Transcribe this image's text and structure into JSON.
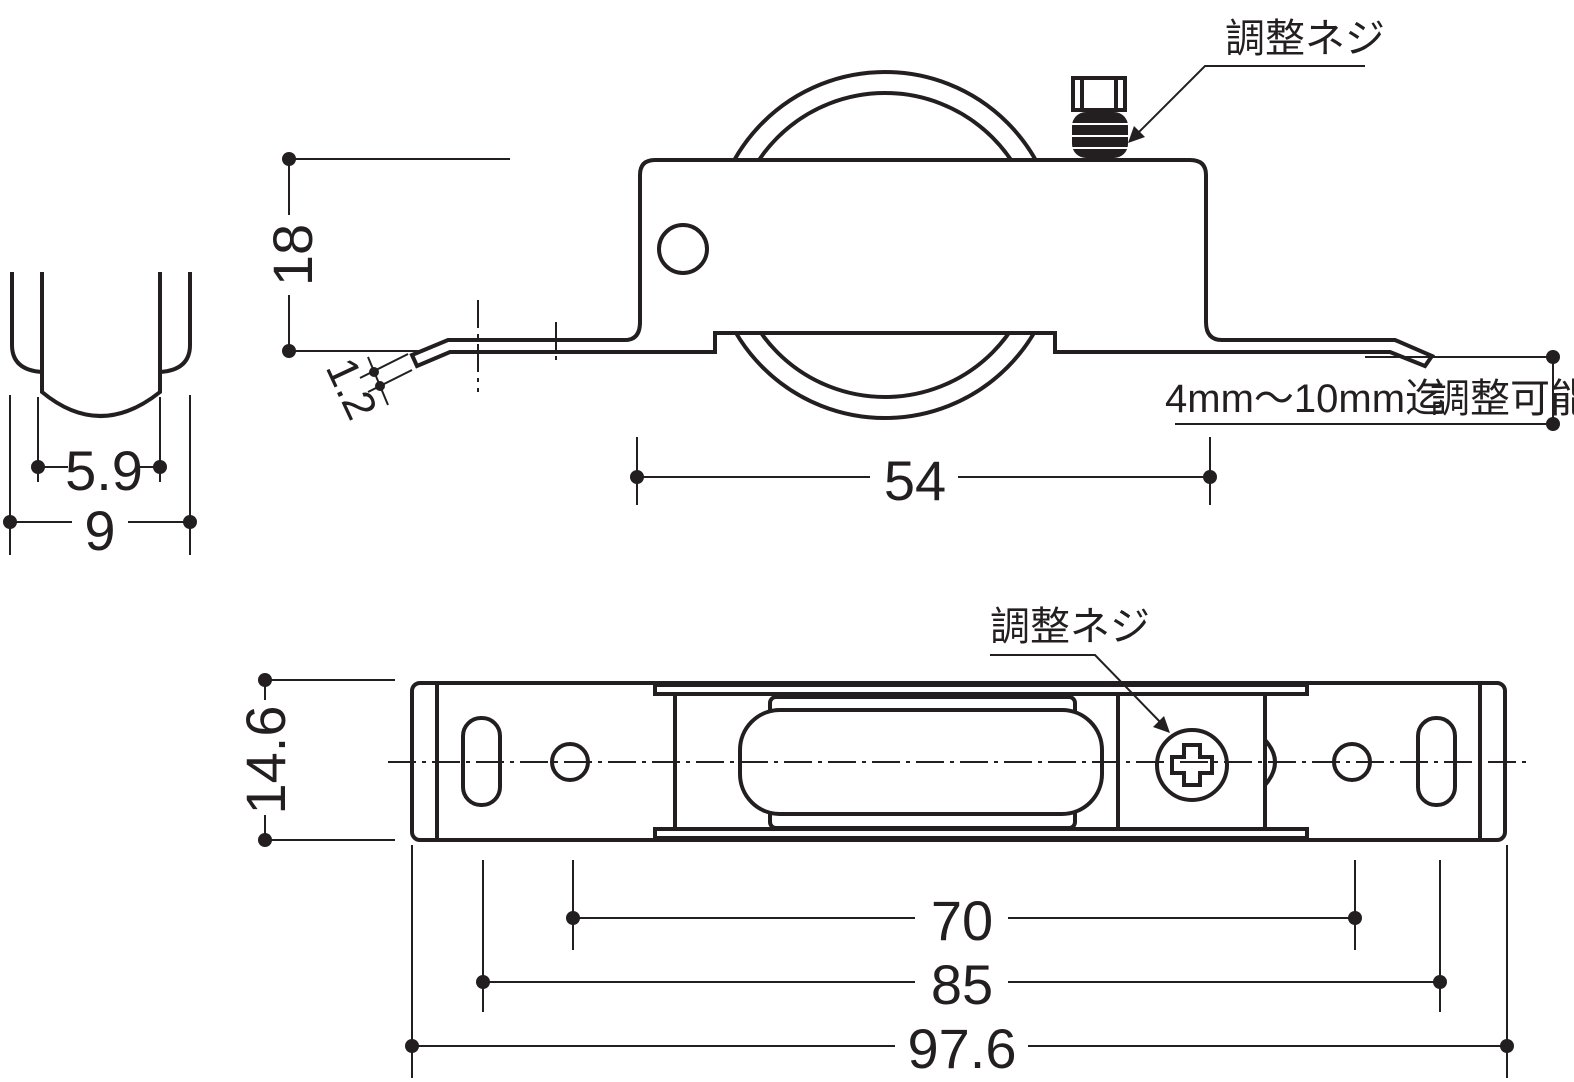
{
  "labels": {
    "adjust_screw_top": "調整ネジ",
    "adjust_screw_bottom": "調整ネジ",
    "range_text": "4mm〜10mm迄",
    "adjustable_text": "調整可能"
  },
  "dimensions": {
    "height": "18",
    "thickness": "1.2",
    "inner_width": "5.9",
    "outer_width": "9",
    "hole_pitch_side": "54",
    "top_width": "14.6",
    "hole_pitch": "70",
    "slot_pitch": "85",
    "overall_length": "97.6"
  }
}
